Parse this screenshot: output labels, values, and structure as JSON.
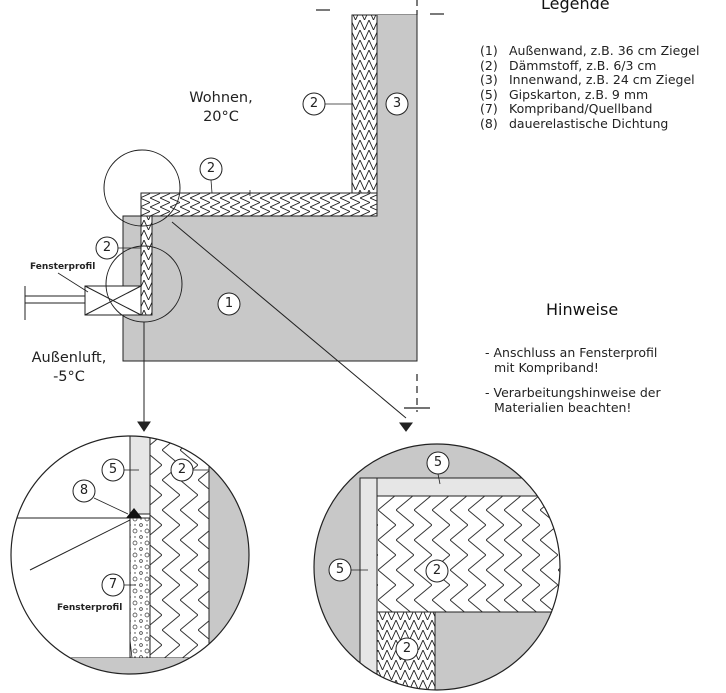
{
  "legend": {
    "title": "Legende",
    "items": [
      {
        "num": "(1)",
        "text": "Außenwand, z.B. 36 cm Ziegel"
      },
      {
        "num": "(2)",
        "text": "Dämmstoff, z.B. 6/3 cm"
      },
      {
        "num": "(3)",
        "text": "Innenwand, z.B. 24 cm Ziegel"
      },
      {
        "num": "(5)",
        "text": "Gipskarton, z.B. 9 mm"
      },
      {
        "num": "(7)",
        "text": "Kompriband/Quellband"
      },
      {
        "num": "(8)",
        "text": "dauerelastische Dichtung"
      }
    ]
  },
  "hints": {
    "title": "Hinweise",
    "items": [
      {
        "line1": "- Anschluss an Fensterprofil",
        "line2": "mit Kompriband!"
      },
      {
        "line1": "- Verarbeitungshinweise der",
        "line2": "Materialien beachten!"
      }
    ]
  },
  "labels": {
    "room_inside": "Wohnen,",
    "room_inside_temp": "20°C",
    "room_outside": "Außenluft,",
    "room_outside_temp": "-5°C",
    "window_profile": "Fensterprofil",
    "window_profile_detail": "Fensterprofil"
  },
  "markers": {
    "m1": "1",
    "m2": "2",
    "m3": "3",
    "m5": "5",
    "m7": "7",
    "m8": "8"
  },
  "colors": {
    "wall": "#c8c8c8",
    "plaster": "#e6e6e6",
    "line": "#222222"
  }
}
